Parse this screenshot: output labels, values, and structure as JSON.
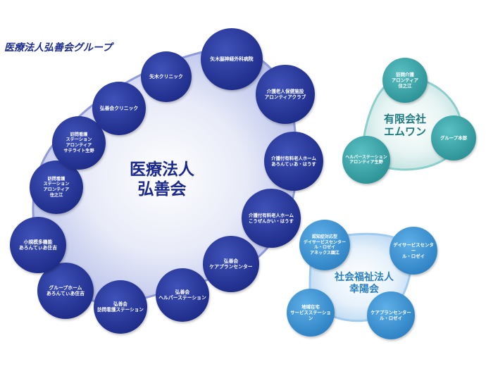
{
  "title": "医療法人弘善会グループ",
  "groups": {
    "main": {
      "label": "医療法人\n弘善会",
      "nodes": [
        "矢木脳神経外科病院",
        "介護老人保健施設\nアロンティアクラブ",
        "介護付有料老人ホーム\nあろんてぃあ・はうす",
        "介護付有料老人ホーム\nこうぜんかい・はうす",
        "弘善会\nケアプランセンター",
        "弘善会\nヘルパーステーション",
        "弘善会\n訪問看護ステーション",
        "グループホーム\nあろんてぃあ住吉",
        "小規模多機能\nあろんてぃあ住吉",
        "訪問看護\nステーション\nアロンティア\n住之江",
        "訪問看護\nステーション\nアロンティア\nサテライト生野",
        "弘善会クリニック",
        "矢木クリニック"
      ]
    },
    "emuwan": {
      "label": "有限会社\nエムワン",
      "nodes": [
        "訪問介護\nアロンティア\n住之江",
        "グループ本部",
        "ヘルパーステーション\nアロンティア生野"
      ]
    },
    "koyokai": {
      "label": "社会福祉法人\n幸陽会",
      "nodes": [
        "認知症対応型\nデイサービスセンター\nル・ロゼイ\nアネックス園江",
        "デイサービスセンター\nル・ロゼイ",
        "ケアプランセンター\nル・ロゼイ",
        "地域在宅\nサービスステーション"
      ]
    }
  },
  "colors": {
    "main_node": "#1b2a8c",
    "main_label": "#1b2a8c",
    "teal_node": "#2e9aa0",
    "teal_label": "#1d7b82",
    "blue_node": "#2a86c8",
    "blue_label": "#2a7fc0"
  }
}
